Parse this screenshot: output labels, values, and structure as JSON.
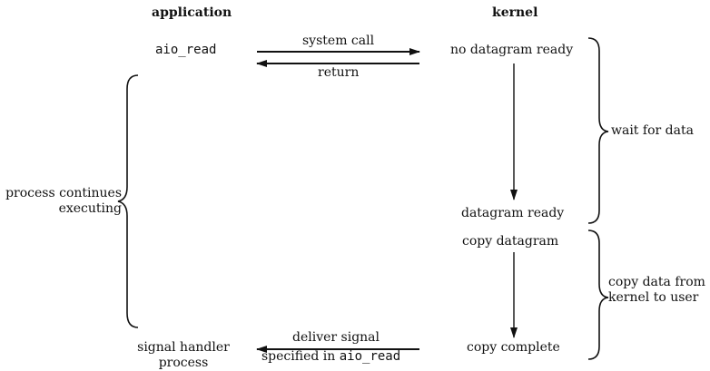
{
  "headers": {
    "application": "application",
    "kernel": "kernel"
  },
  "application": {
    "aio_read": "aio_read",
    "process_continues_line1": "process continues",
    "process_continues_line2": "executing",
    "signal_handler_line1": "signal handler",
    "signal_handler_line2": "process"
  },
  "arrows": {
    "system_call": "system call",
    "return": "return",
    "deliver_signal_line1": "deliver signal",
    "deliver_signal_prefix": "specified in ",
    "deliver_signal_code": "aio_read"
  },
  "kernel": {
    "no_datagram_ready": "no datagram ready",
    "datagram_ready": "datagram ready",
    "copy_datagram": "copy datagram",
    "copy_complete": "copy complete"
  },
  "phases": {
    "wait_for_data": "wait for data",
    "copy_data_line1": "copy data from",
    "copy_data_line2": "kernel to user"
  }
}
